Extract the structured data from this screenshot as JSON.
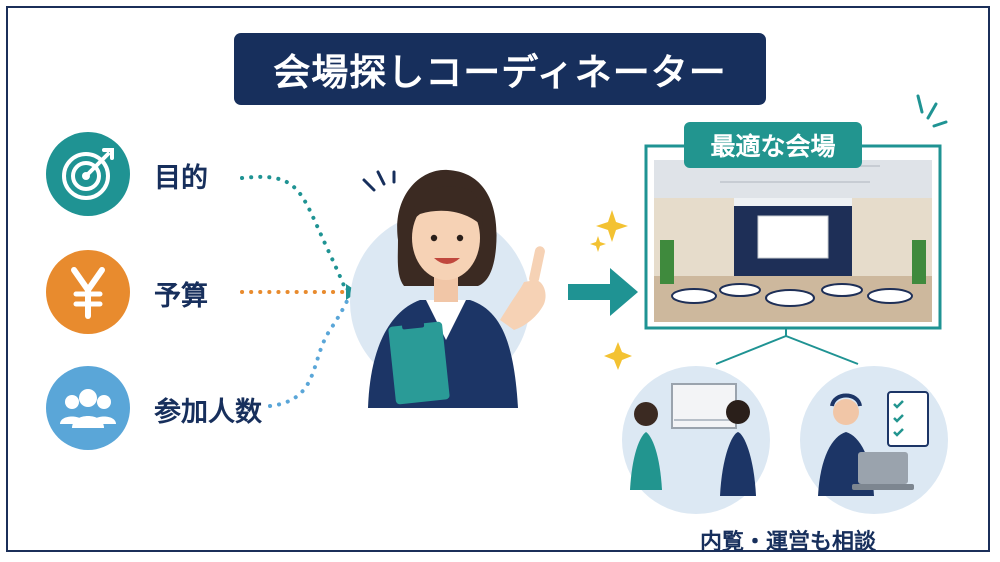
{
  "title": "会場探しコーディネーター",
  "criteria": [
    {
      "label": "目的",
      "icon": "target-icon",
      "color": "#1f9393"
    },
    {
      "label": "予算",
      "icon": "yen-icon",
      "color": "#e88b2e"
    },
    {
      "label": "参加人数",
      "icon": "people-icon",
      "color": "#5aa6d8"
    }
  ],
  "result": {
    "label": "最適な会場"
  },
  "support": {
    "label": "内覧・運営も相談"
  },
  "colors": {
    "navy": "#172f5c",
    "teal": "#22958f",
    "orange": "#e88b2e",
    "skyblue": "#5aa6d8",
    "sparkle": "#f3c232"
  }
}
